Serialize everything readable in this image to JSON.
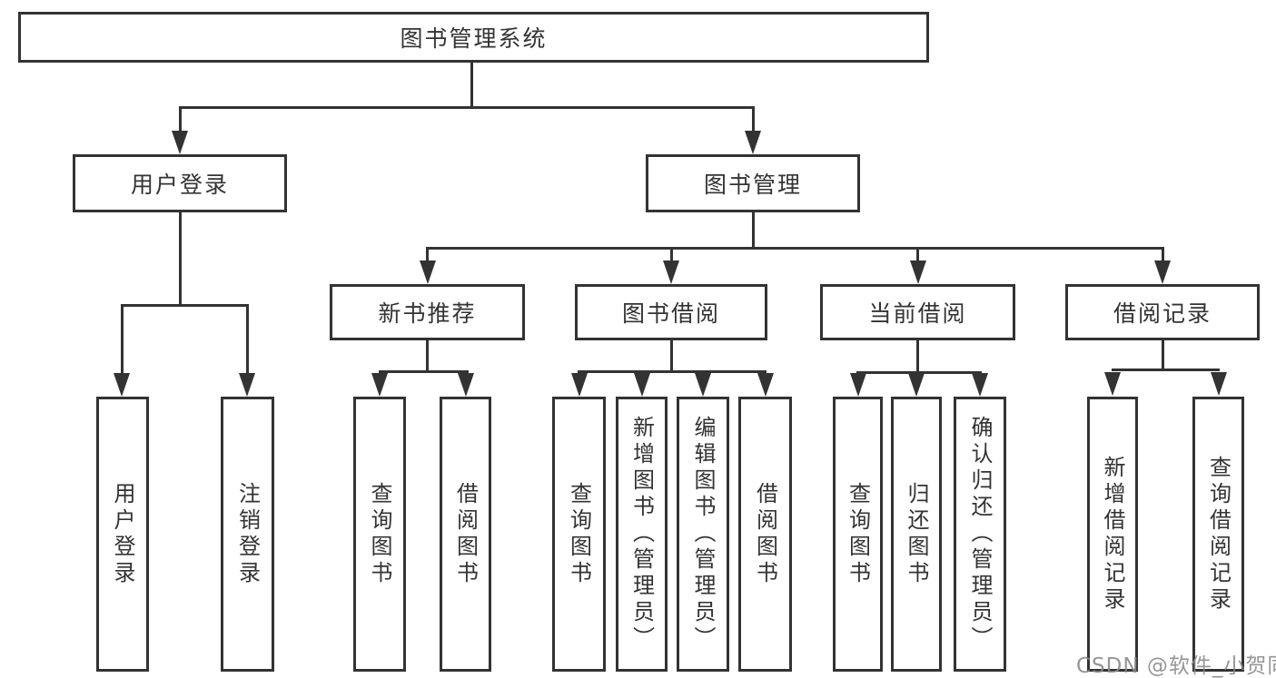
{
  "diagram": {
    "root": {
      "label": "图书管理系统"
    },
    "level2": [
      {
        "label": "用户登录"
      },
      {
        "label": "图书管理"
      }
    ],
    "level3": [
      {
        "label": "新书推荐"
      },
      {
        "label": "图书借阅"
      },
      {
        "label": "当前借阅"
      },
      {
        "label": "借阅记录"
      }
    ],
    "leaves": {
      "user_login": [
        {
          "label": "用户登录"
        },
        {
          "label": "注销登录"
        }
      ],
      "new_book": [
        {
          "label": "查询图书"
        },
        {
          "label": "借阅图书"
        }
      ],
      "book_borrow": [
        {
          "label": "查询图书"
        },
        {
          "label": "新增图书（管理员）"
        },
        {
          "label": "编辑图书（管理员）"
        },
        {
          "label": "借阅图书"
        }
      ],
      "current_borrow": [
        {
          "label": "查询图书"
        },
        {
          "label": "归还图书"
        },
        {
          "label": "确认归还（管理员）"
        }
      ],
      "borrow_record": [
        {
          "label": "新增借阅记录"
        },
        {
          "label": "查询借阅记录"
        }
      ]
    },
    "colors": {
      "line": "#333333",
      "box_background": "#ffffff",
      "text": "#333333"
    },
    "watermark": "CSDN @软件_小贺同学"
  }
}
